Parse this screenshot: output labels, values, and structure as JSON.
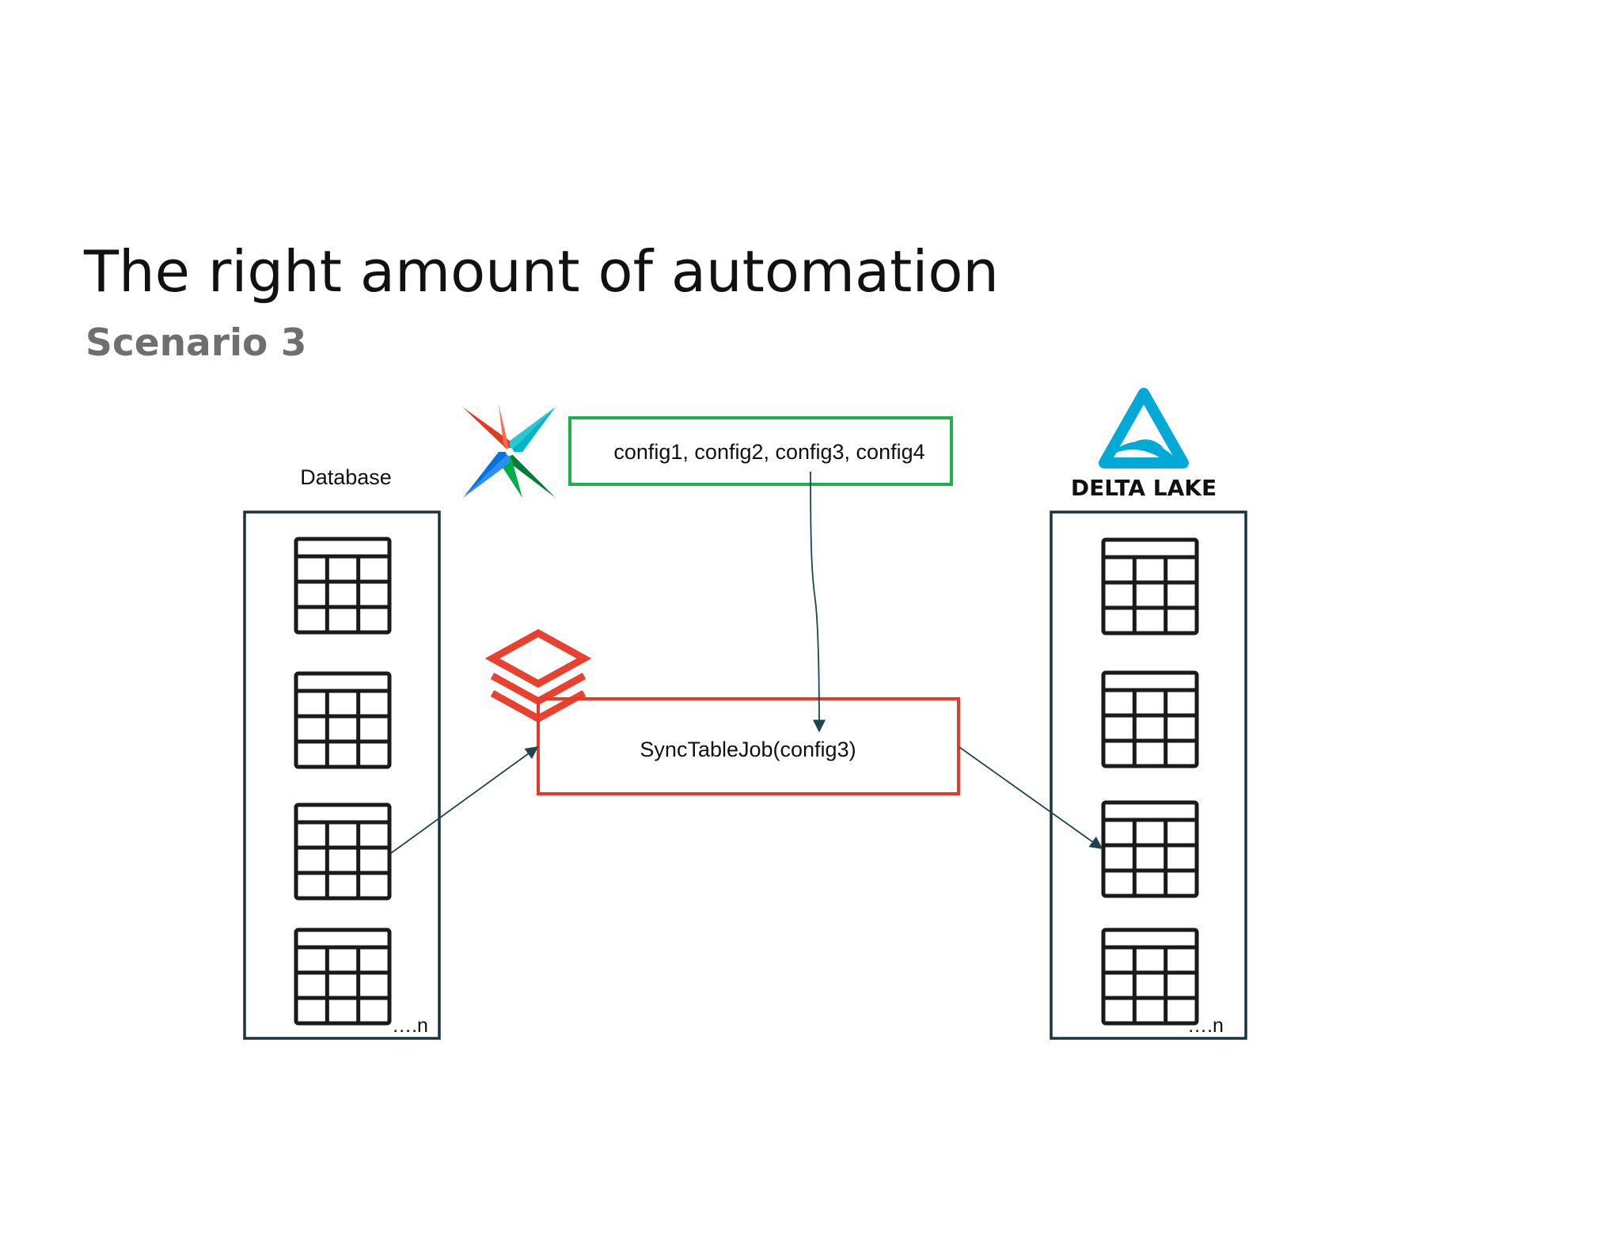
{
  "slide": {
    "title": "The right amount of automation",
    "subtitle": "Scenario 3"
  },
  "diagram": {
    "source": {
      "label": "Database",
      "more_marker": "….n",
      "table_count": 4
    },
    "target": {
      "logo_text": "DELTA LAKE",
      "logo_icon": "delta-lake-icon",
      "more_marker": "….n",
      "table_count": 4
    },
    "orchestrator": {
      "logo_icon": "airflow-pinwheel-icon",
      "config_text": "config1, config2, config3, config4"
    },
    "job": {
      "logo_icon": "databricks-stack-icon",
      "text": "SyncTableJob(config3)"
    },
    "colors": {
      "container_border": "#18343f",
      "config_border": "#1db04c",
      "job_border": "#e53b2b",
      "arrow": "#1d4550",
      "table_icon": "#1a1a1a",
      "delta_blue": "#00a9d6",
      "databricks_red": "#e8412f"
    }
  }
}
